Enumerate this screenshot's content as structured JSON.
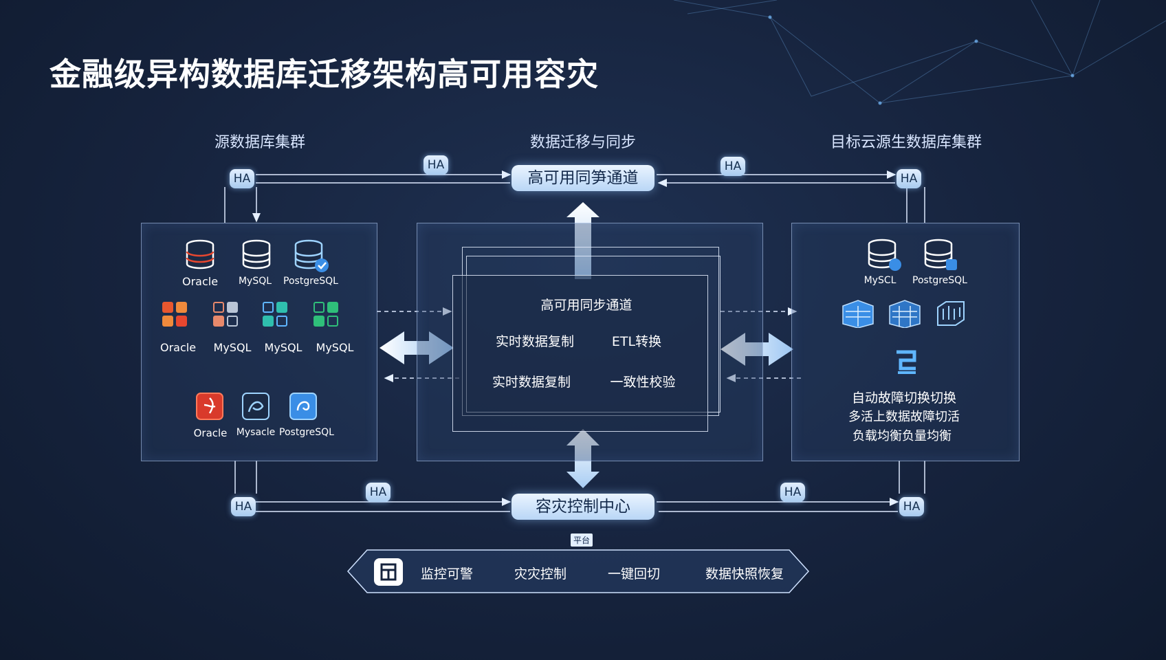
{
  "title": "金融级异构数据库迁移架构高可用容灾",
  "columns": {
    "source": "源数据库集群",
    "migration": "数据迁移与同步",
    "target": "目标云源生数据库集群"
  },
  "channel": {
    "top_pill": "高可用同笋通道",
    "bottom_pill": "容灾控制中心",
    "ha_label": "HA"
  },
  "source_panel": {
    "row1": [
      "Oracle",
      "MySQL",
      "PostgreSQL"
    ],
    "row2": [
      "Oracle",
      "MySQL",
      "MySQL",
      "MySQL"
    ],
    "row3": [
      "Oracle",
      "Mysacle",
      "PostgreSQL"
    ]
  },
  "middle_panel": {
    "heading": "高可用同步通道",
    "cells": [
      "实时数据复制",
      "ETL转换",
      "实时数据复制",
      "一致性校验"
    ]
  },
  "target_panel": {
    "row1": [
      "MySCL",
      "PostgreSQL"
    ],
    "lines": [
      "自动故障切换切换",
      "多活上数据故障切活",
      "负载均衡负量均衡"
    ]
  },
  "bottom_bar": {
    "tag": "平台",
    "items": [
      "监控可警",
      "灾灾控制",
      "一键回切",
      "数据快照恢复"
    ]
  },
  "colors": {
    "accent": "#bfe0ff",
    "panel_border": "#bfd7ff",
    "oracle_red": "#e8472f",
    "mysql_blue": "#3a8ee6",
    "green": "#2fbf7a"
  }
}
